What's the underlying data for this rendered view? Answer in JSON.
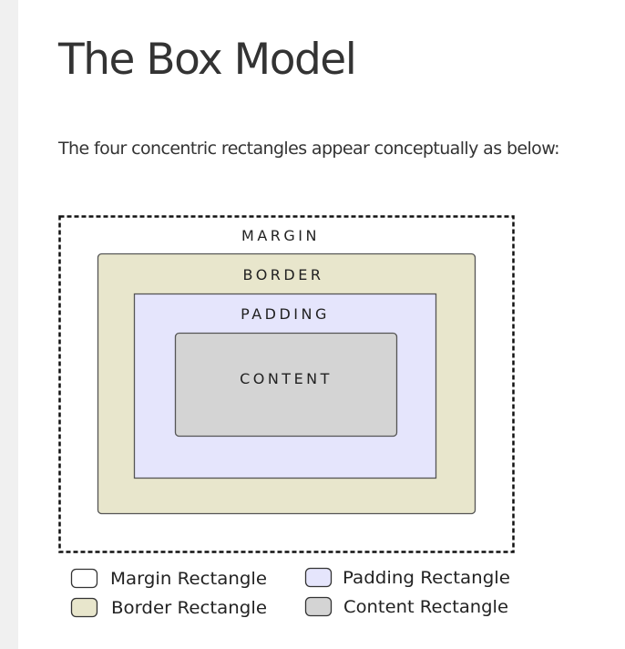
{
  "heading": "The Box Model",
  "intro_text": "The four concentric rectangles appear conceptually as below:",
  "diagram": {
    "margin_label": "MARGIN",
    "border_label": "BORDER",
    "padding_label": "PADDING",
    "content_label": "CONTENT",
    "colors": {
      "margin": "#ffffff",
      "border": "#e8e6cc",
      "padding": "#e5e5fc",
      "content": "#d4d4d4"
    }
  },
  "legend": [
    {
      "label": "Margin Rectangle",
      "color": "#ffffff"
    },
    {
      "label": "Padding Rectangle",
      "color": "#e5e5fc"
    },
    {
      "label": "Border Rectangle",
      "color": "#e8e6cc"
    },
    {
      "label": "Content Rectangle",
      "color": "#d4d4d4"
    }
  ]
}
